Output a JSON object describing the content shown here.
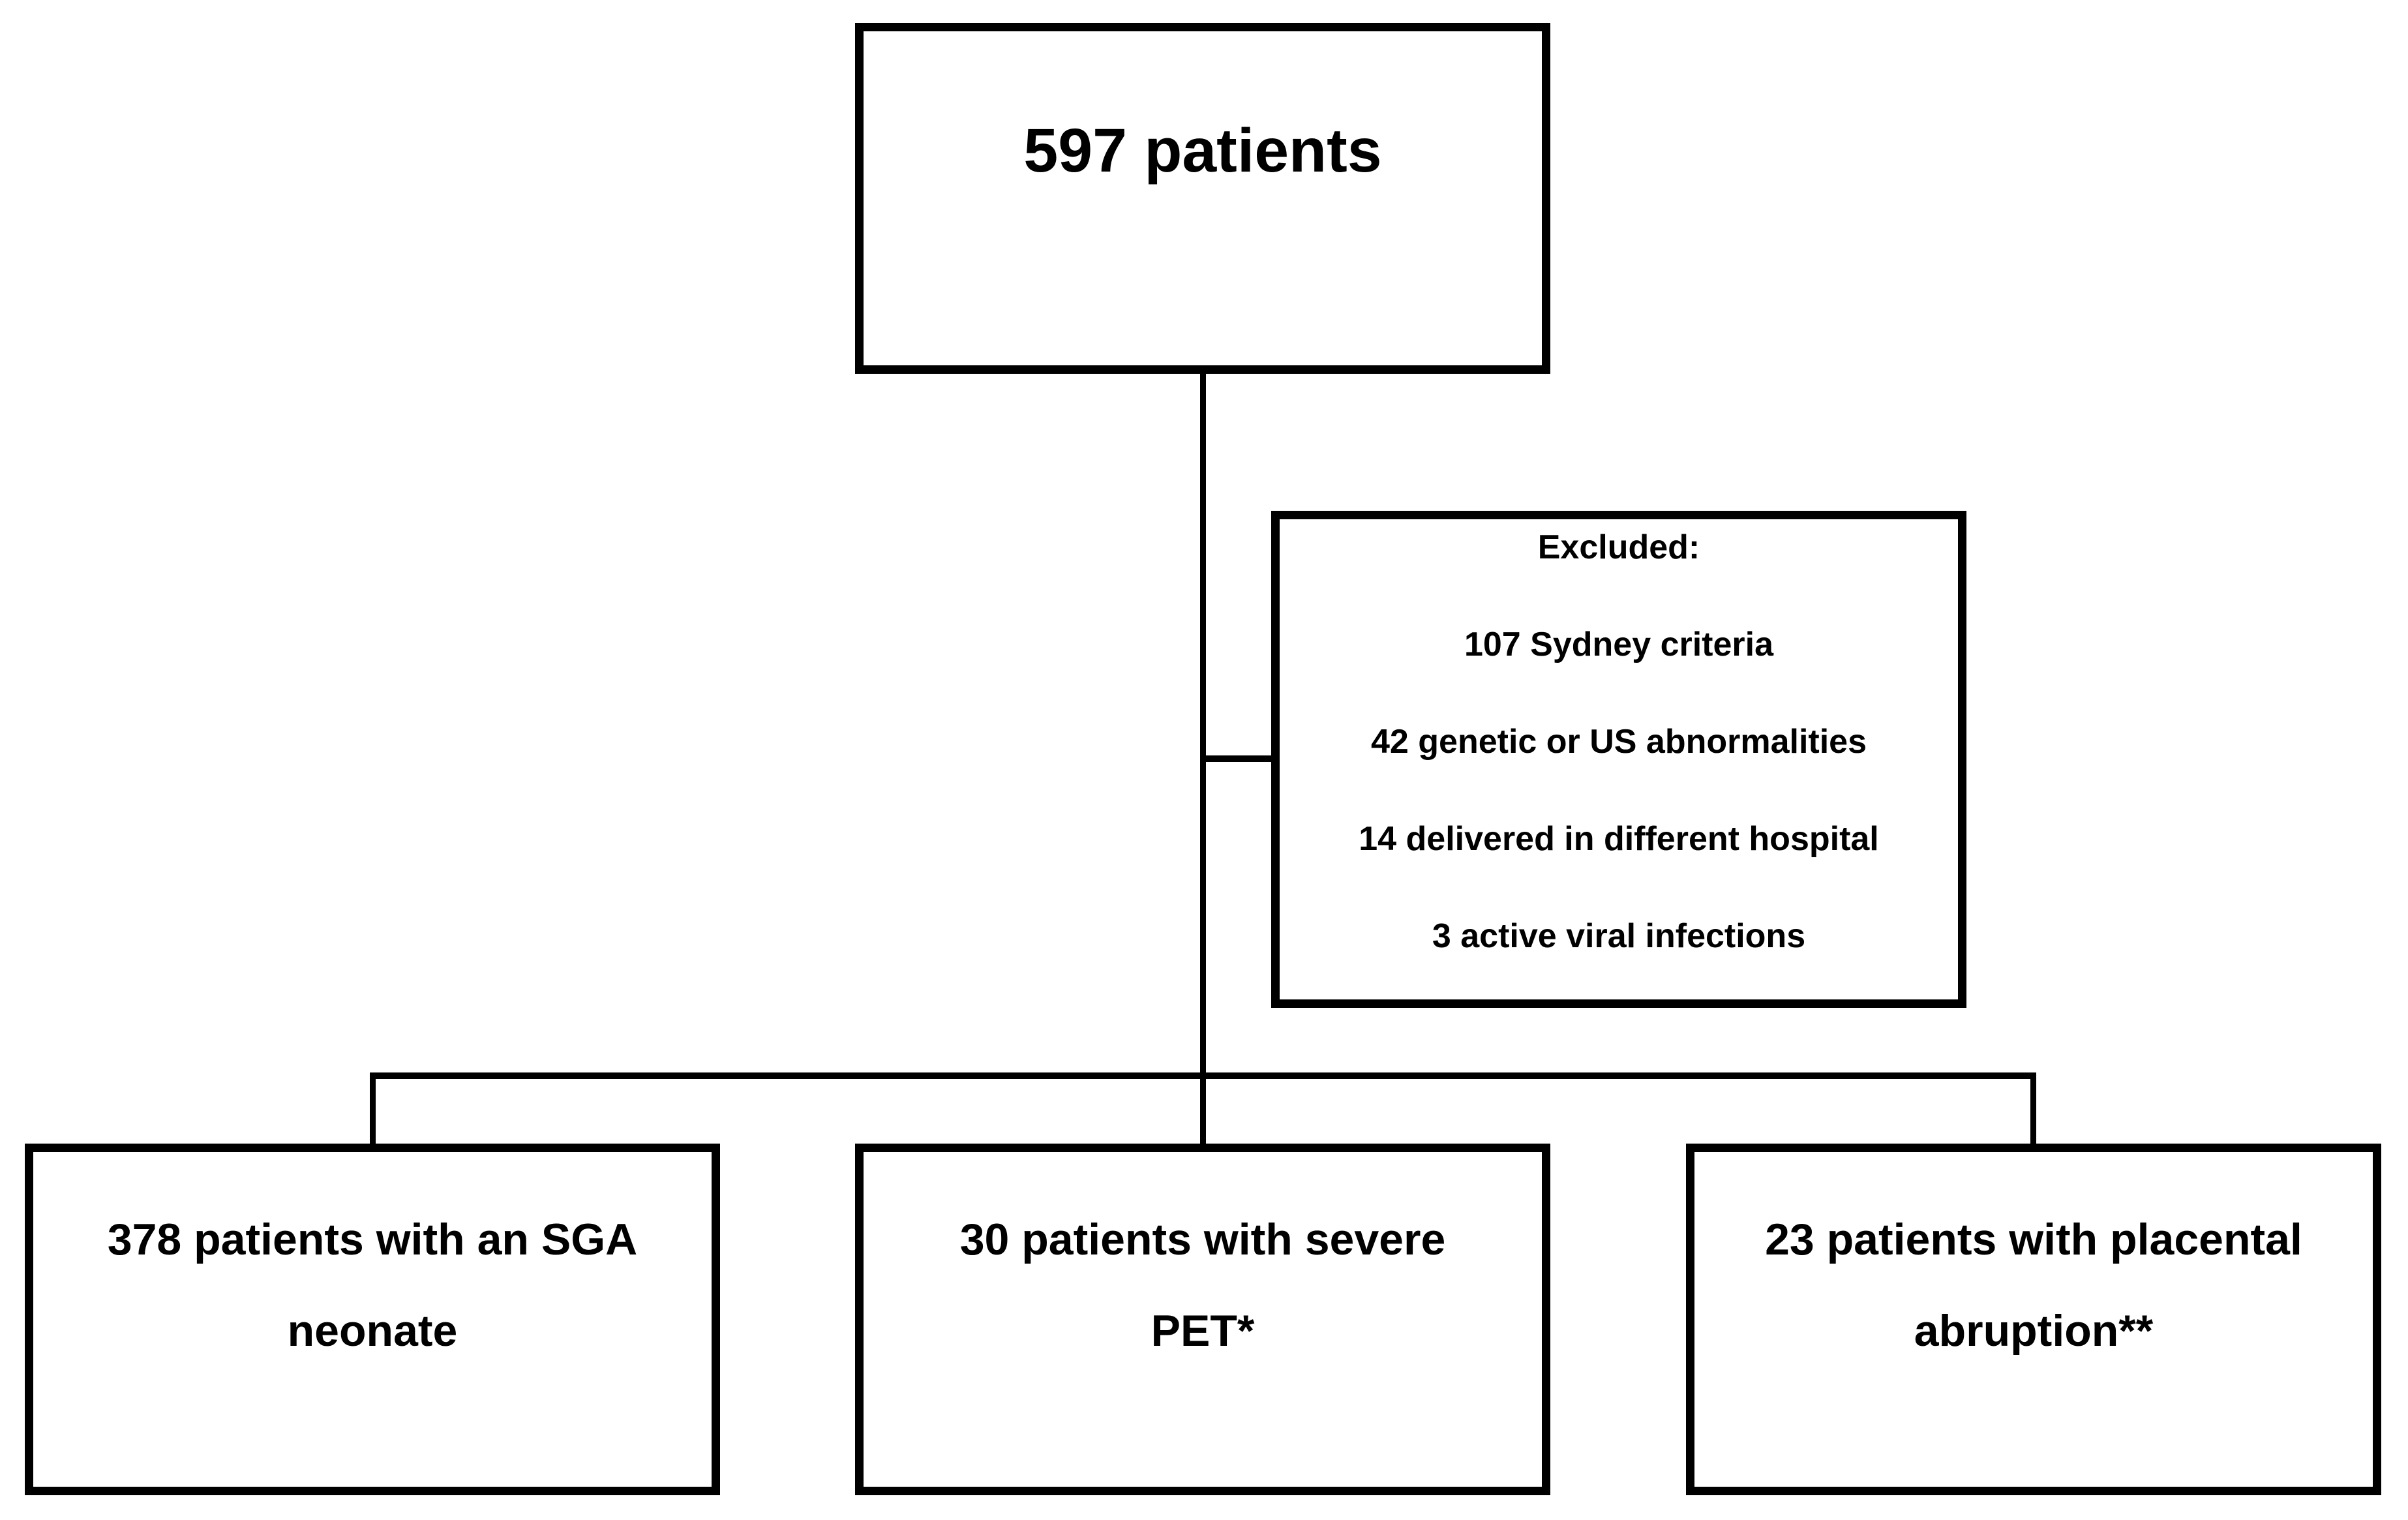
{
  "diagram": {
    "total_box": {
      "label": "597 patients"
    },
    "excluded_box": {
      "title": "Excluded:",
      "items": [
        "107 Sydney criteria",
        "42 genetic or US abnormalities",
        "14 delivered in different hospital",
        "3 active viral infections"
      ]
    },
    "outcome_boxes": [
      {
        "line1": "378 patients with an SGA",
        "line2": "neonate"
      },
      {
        "line1": "30 patients with severe",
        "line2": "PET*"
      },
      {
        "line1": "23 patients with placental",
        "line2": "abruption**"
      }
    ],
    "colors": {
      "line": "#000000",
      "background": "#ffffff",
      "text": "#000000"
    }
  }
}
